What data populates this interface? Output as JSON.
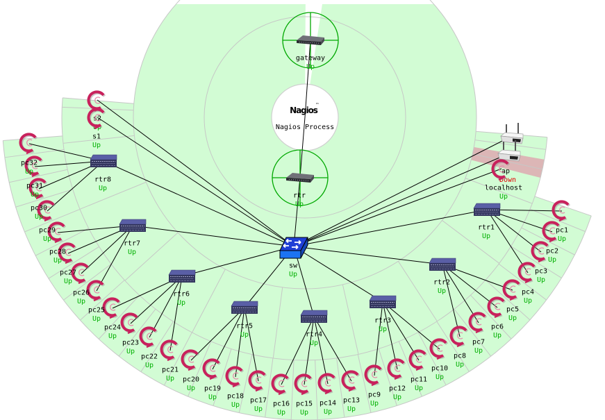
{
  "center_node": {
    "logo_text": "Nagios",
    "logo_trademark": "™",
    "label": "Nagios Process"
  },
  "colors": {
    "sector_up_fill": "#d2fcd4",
    "sector_down_fill": "#dcb6b6",
    "sector_divider": "#c6c8c6",
    "link": "#000000",
    "status_up": "#00b000",
    "status_down": "#e00000",
    "highlight_ring": "#00a800",
    "label_text": "#000000"
  },
  "hosts": [
    {
      "name": "gateway",
      "status": "Up",
      "icon": "gray-router",
      "parent": null,
      "highlighted": true
    },
    {
      "name": "rtr",
      "status": "Up",
      "icon": "gray-router",
      "parent": null,
      "highlighted": true
    },
    {
      "name": "sw",
      "status": "Up",
      "icon": "switch",
      "parent": "rtr"
    },
    {
      "name": "s2",
      "status": "Up",
      "icon": "debian",
      "parent": "sw"
    },
    {
      "name": "s1",
      "status": "Up",
      "icon": "debian",
      "parent": "sw"
    },
    {
      "name": "rtr8",
      "status": "Up",
      "icon": "router",
      "parent": "sw"
    },
    {
      "name": "rtr7",
      "status": "Up",
      "icon": "router",
      "parent": "sw"
    },
    {
      "name": "rtr6",
      "status": "Up",
      "icon": "router",
      "parent": "sw"
    },
    {
      "name": "rtr5",
      "status": "Up",
      "icon": "router",
      "parent": "sw"
    },
    {
      "name": "rtr4",
      "status": "Up",
      "icon": "router",
      "parent": "sw"
    },
    {
      "name": "rtr3",
      "status": "Up",
      "icon": "router",
      "parent": "sw"
    },
    {
      "name": "rtr2",
      "status": "Up",
      "icon": "router",
      "parent": "sw"
    },
    {
      "name": "rtr1",
      "status": "Up",
      "icon": "router",
      "parent": "sw"
    },
    {
      "name": null,
      "status": null,
      "icon": "wireless-ap",
      "parent": "sw"
    },
    {
      "name": "ap",
      "status": "Down",
      "icon": "wireless-ap",
      "parent": "sw"
    },
    {
      "name": "localhost",
      "status": "Up",
      "icon": "debian",
      "parent": "sw"
    },
    {
      "name": "pc1",
      "status": "Up",
      "icon": "debian",
      "parent": "rtr1"
    },
    {
      "name": "pc2",
      "status": "Up",
      "icon": "debian",
      "parent": "rtr1"
    },
    {
      "name": "pc3",
      "status": "Up",
      "icon": "debian",
      "parent": "rtr1"
    },
    {
      "name": "pc4",
      "status": "Up",
      "icon": "debian",
      "parent": "rtr1"
    },
    {
      "name": "pc5",
      "status": "Up",
      "icon": "debian",
      "parent": "rtr2"
    },
    {
      "name": "pc6",
      "status": "Up",
      "icon": "debian",
      "parent": "rtr2"
    },
    {
      "name": "pc7",
      "status": "Up",
      "icon": "debian",
      "parent": "rtr2"
    },
    {
      "name": "pc8",
      "status": "Up",
      "icon": "debian",
      "parent": "rtr2"
    },
    {
      "name": "pc9",
      "status": "Up",
      "icon": "debian",
      "parent": "rtr3"
    },
    {
      "name": "pc10",
      "status": "Up",
      "icon": "debian",
      "parent": "rtr3"
    },
    {
      "name": "pc11",
      "status": "Up",
      "icon": "debian",
      "parent": "rtr3"
    },
    {
      "name": "pc12",
      "status": "Up",
      "icon": "debian",
      "parent": "rtr3"
    },
    {
      "name": "pc13",
      "status": "Up",
      "icon": "debian",
      "parent": "rtr4"
    },
    {
      "name": "pc14",
      "status": "Up",
      "icon": "debian",
      "parent": "rtr4"
    },
    {
      "name": "pc15",
      "status": "Up",
      "icon": "debian",
      "parent": "rtr4"
    },
    {
      "name": "pc16",
      "status": "Up",
      "icon": "debian",
      "parent": "rtr4"
    },
    {
      "name": "pc17",
      "status": "Up",
      "icon": "debian",
      "parent": "rtr5"
    },
    {
      "name": "pc18",
      "status": "Up",
      "icon": "debian",
      "parent": "rtr5"
    },
    {
      "name": "pc19",
      "status": "Up",
      "icon": "debian",
      "parent": "rtr5"
    },
    {
      "name": "pc20",
      "status": "Up",
      "icon": "debian",
      "parent": "rtr5"
    },
    {
      "name": "pc21",
      "status": "Up",
      "icon": "debian",
      "parent": "rtr6"
    },
    {
      "name": "pc22",
      "status": "Up",
      "icon": "debian",
      "parent": "rtr6"
    },
    {
      "name": "pc23",
      "status": "Up",
      "icon": "debian",
      "parent": "rtr6"
    },
    {
      "name": "pc24",
      "status": "Up",
      "icon": "debian",
      "parent": "rtr6"
    },
    {
      "name": "pc25",
      "status": "Up",
      "icon": "debian",
      "parent": "rtr7"
    },
    {
      "name": "pc26",
      "status": "Up",
      "icon": "debian",
      "parent": "rtr7"
    },
    {
      "name": "pc27",
      "status": "Up",
      "icon": "debian",
      "parent": "rtr7"
    },
    {
      "name": "pc28",
      "status": "Up",
      "icon": "debian",
      "parent": "rtr7"
    },
    {
      "name": "pc29",
      "status": "Up",
      "icon": "debian",
      "parent": "rtr8"
    },
    {
      "name": "pc30",
      "status": "Up",
      "icon": "debian",
      "parent": "rtr8"
    },
    {
      "name": "pc31",
      "status": "Up",
      "icon": "debian",
      "parent": "rtr8"
    },
    {
      "name": "pc32",
      "status": "Up",
      "icon": "debian",
      "parent": "rtr8"
    }
  ]
}
